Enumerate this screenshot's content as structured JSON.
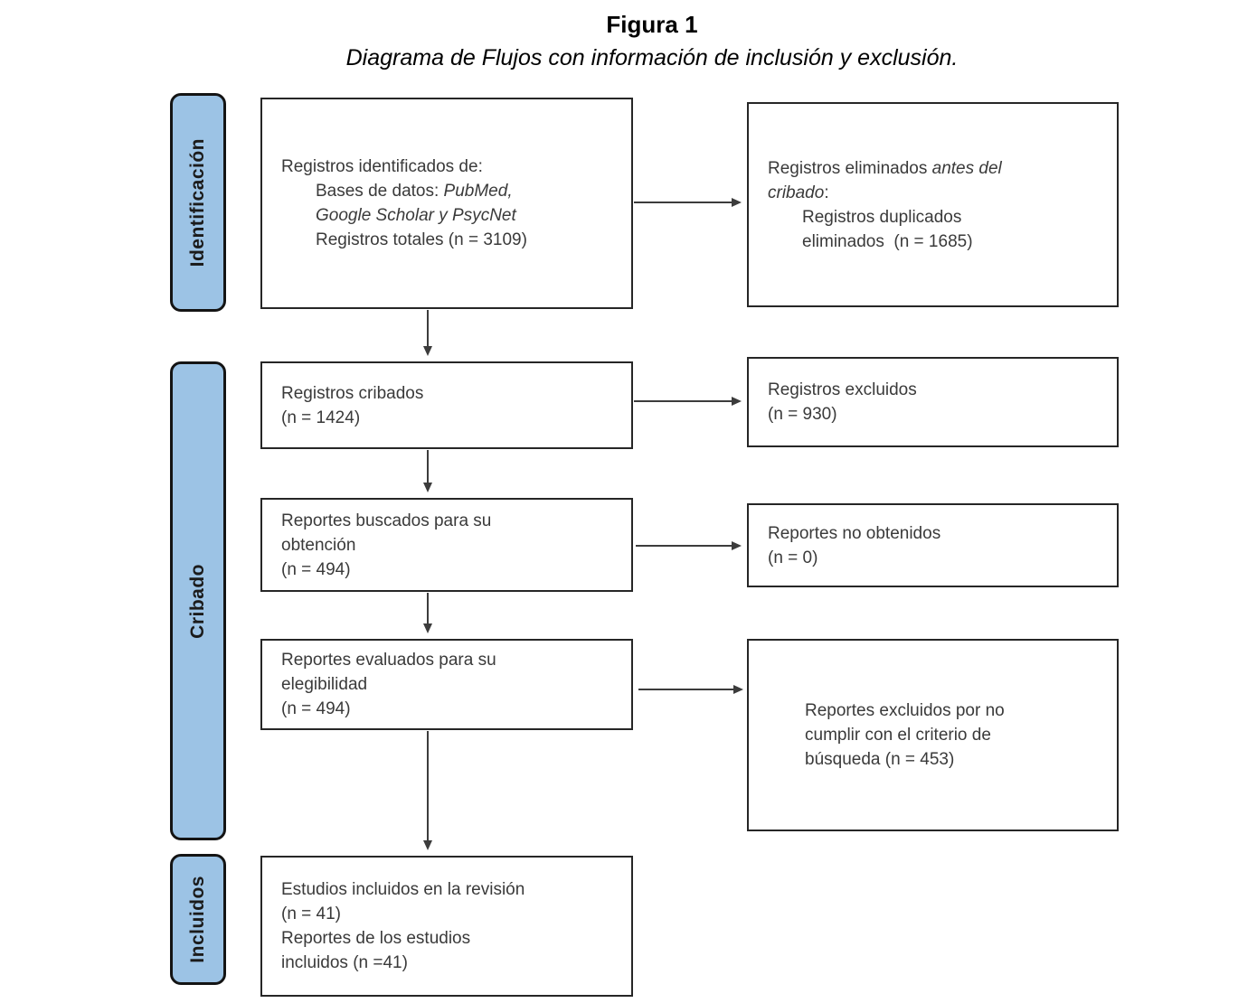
{
  "figure": {
    "title": "Figura 1",
    "subtitle": "Diagrama de Flujos con información de inclusión y exclusión."
  },
  "colors": {
    "stage_fill": "#9CC3E5",
    "stage_border": "#141414",
    "box_border": "#262626",
    "text": "#3A3A3A",
    "arrow": "#3C3C3C"
  },
  "stages": [
    {
      "label": "Identificación"
    },
    {
      "label": "Cribado"
    },
    {
      "label": "Incluidos"
    }
  ],
  "boxes": {
    "identified": {
      "line1": "Registros identificados de:",
      "line2_a": "Bases de datos: ",
      "line2_b": "PubMed,",
      "line3": "Google Scholar y PsycNet",
      "line4": "Registros totales (n = 3109)"
    },
    "removed_before_screening": {
      "line1_a": "Registros eliminados ",
      "line1_b": "antes del",
      "line2_a": "cribado",
      "line2_b": ":",
      "line3": "Registros duplicados",
      "line4": "eliminados  (n = 1685)"
    },
    "screened": {
      "line1": "Registros cribados",
      "line2": "(n = 1424)"
    },
    "records_excluded": {
      "line1": "Registros excluidos",
      "line2": "(n = 930)"
    },
    "reports_sought": {
      "line1": "Reportes buscados para su",
      "line2": "obtención",
      "line3": "(n = 494)"
    },
    "reports_not_retrieved": {
      "line1": "Reportes no obtenidos",
      "line2": "(n = 0)"
    },
    "reports_assessed": {
      "line1": "Reportes evaluados para su",
      "line2": "elegibilidad",
      "line3": "(n = 494)"
    },
    "reports_excluded": {
      "line1": "Reportes excluidos por no",
      "line2": "cumplir con el criterio de",
      "line3": "búsqueda (n = 453)"
    },
    "included": {
      "line1": "Estudios incluidos en la revisión",
      "line2": "(n = 41)",
      "line3": "Reportes de los estudios",
      "line4": "incluidos (n =41)"
    }
  }
}
